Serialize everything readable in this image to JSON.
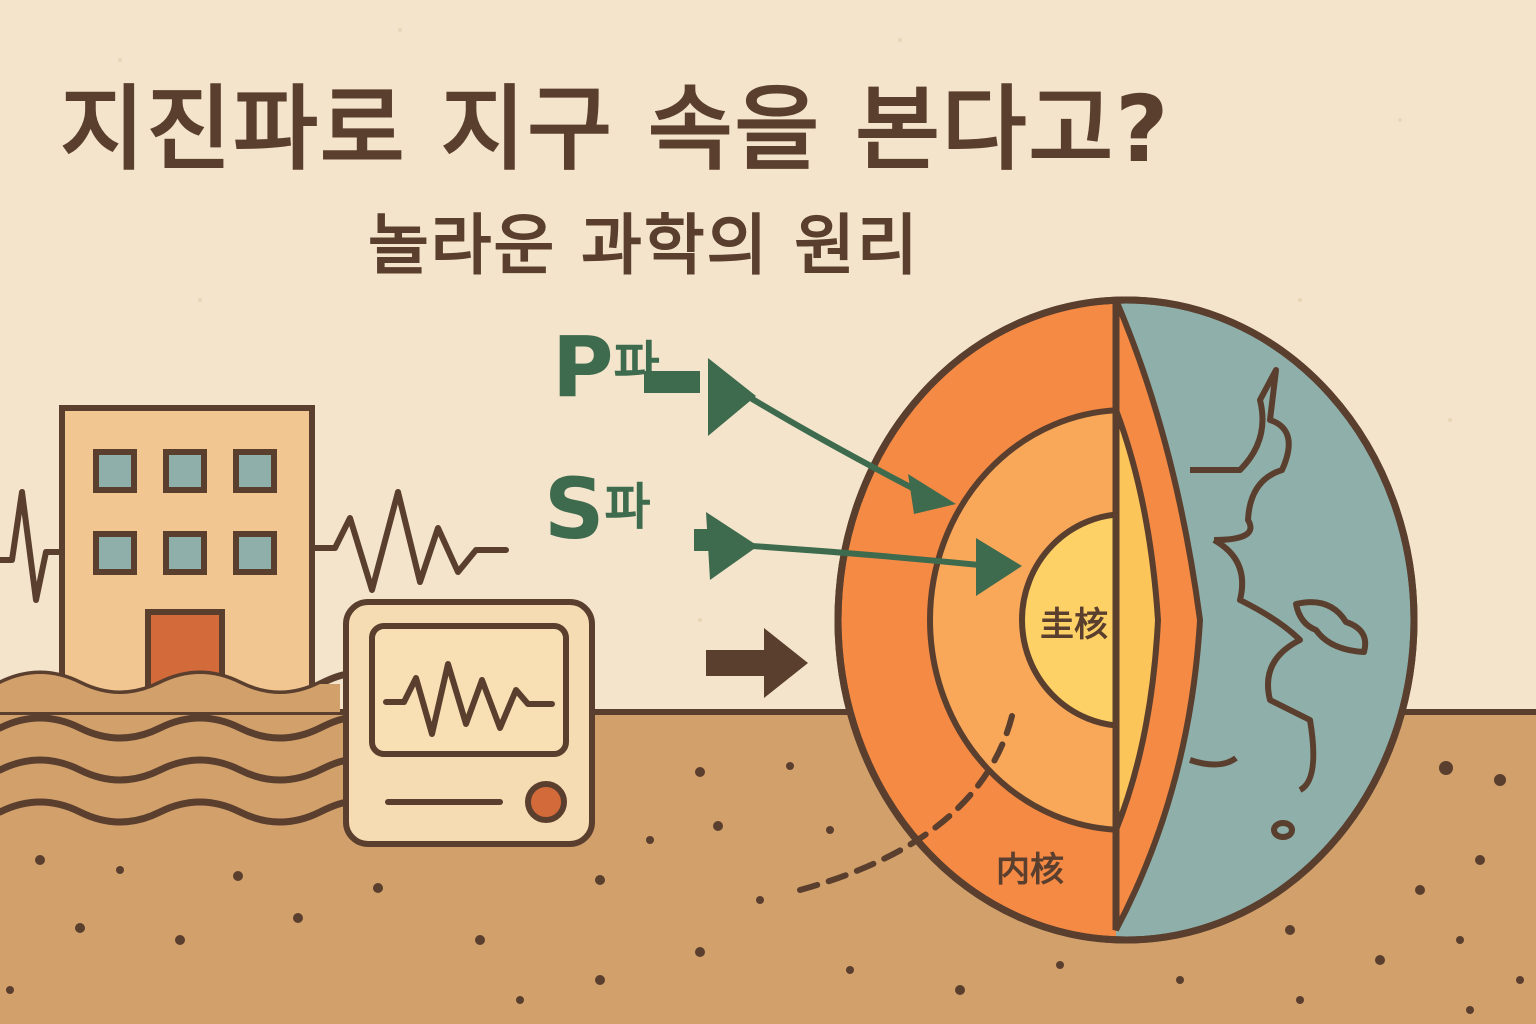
{
  "title": "지진파로 지구 속을 본다고?",
  "subtitle": "놀라운 과학의 원리",
  "waves": [
    {
      "letter": "P",
      "korean": "파"
    },
    {
      "letter": "S",
      "korean": "파"
    }
  ],
  "earth_layers": {
    "inner_label": "圭核",
    "outer_label": "内核"
  },
  "colors": {
    "background": "#f3e4cb",
    "ground": "#d2a06b",
    "outline": "#5b3f2e",
    "wave_arrow": "#3e6b4e",
    "crust": "#f58a45",
    "mantle": "#f9a85a",
    "outer_core": "#fcc55a",
    "inner_core": "#fdd166",
    "ocean": "#8fb0aa",
    "building": "#f2c690",
    "window": "#8fb0aa",
    "door": "#d36a3a"
  },
  "icons": [
    "building-icon",
    "seismograph-icon",
    "earth-cross-section-icon",
    "seismic-wave-icon",
    "arrow-right-icon"
  ]
}
